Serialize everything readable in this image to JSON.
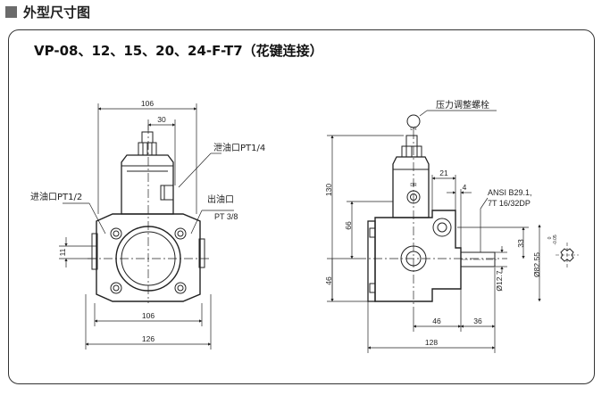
{
  "header": {
    "title": "外型尺寸图"
  },
  "drawing": {
    "title": "VP-08、12、15、20、24-F-T7（花键连接）"
  },
  "front_view": {
    "dim_top_width": "106",
    "dim_port_offset": "30",
    "dim_bottom_inner": "106",
    "dim_bottom_overall": "126",
    "dim_left_small": "11",
    "label_drain": "泄油口PT1/4",
    "label_inlet": "进油口PT1/2",
    "label_outlet": "出油口",
    "label_outlet_thread": "PT 3/8"
  },
  "side_view": {
    "label_pressure_screw": "压力调整螺栓",
    "dim_height_total": "130",
    "dim_height_mid": "66",
    "dim_height_low": "46",
    "dim_top_21": "21",
    "dim_top_4": "4",
    "label_dr": "DR",
    "label_spline_std": "ANSI B29.1,",
    "label_spline_spec": "7T 16/32DP",
    "dim_33": "33",
    "dim_shaft_dia": "Ø82.55",
    "dim_tol_upper": "0",
    "dim_tol_lower": "-0.05",
    "dim_small_dia": "Ø12.7",
    "dim_bottom_46": "46",
    "dim_bottom_36": "36",
    "dim_bottom_128": "128"
  }
}
